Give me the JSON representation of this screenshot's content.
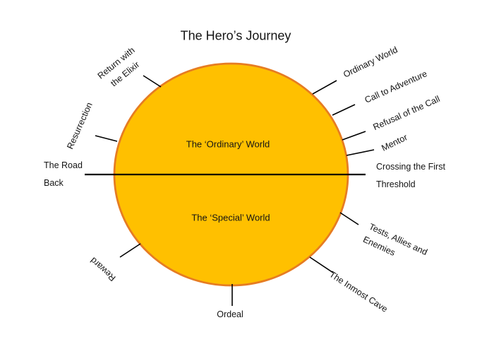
{
  "title": "The Hero’s Journey",
  "circle": {
    "top_label": "The ‘Ordinary’ World",
    "bottom_label": "The ‘Special’ World",
    "fill": "#FFC000",
    "stroke": "#E67C22",
    "divider_color": "#000000"
  },
  "connector_color": "#000000",
  "stages": [
    {
      "label": "Ordinary World",
      "lines": [
        "Ordinary World"
      ]
    },
    {
      "label": "Call to Adventure",
      "lines": [
        "Call to Adventure"
      ]
    },
    {
      "label": "Refusal of the Call",
      "lines": [
        "Refusal of the Call"
      ]
    },
    {
      "label": "Mentor",
      "lines": [
        "Mentor"
      ]
    },
    {
      "label": "Crossing the First Threshold",
      "lines": [
        "Crossing the First",
        "Threshold"
      ]
    },
    {
      "label": "Tests, Allies and Enemies",
      "lines": [
        "Tests, Allies and",
        "Enemies"
      ]
    },
    {
      "label": "The Inmost Cave",
      "lines": [
        "The Inmost Cave"
      ]
    },
    {
      "label": "Ordeal",
      "lines": [
        "Ordeal"
      ]
    },
    {
      "label": "Reward",
      "lines": [
        "Reward"
      ]
    },
    {
      "label": "The Road Back",
      "lines": [
        "The Road",
        "Back"
      ]
    },
    {
      "label": "Resurrection",
      "lines": [
        "Resurrection"
      ]
    },
    {
      "label": "Return with the Elixir",
      "lines": [
        "Return with",
        "the Elixir"
      ]
    }
  ]
}
